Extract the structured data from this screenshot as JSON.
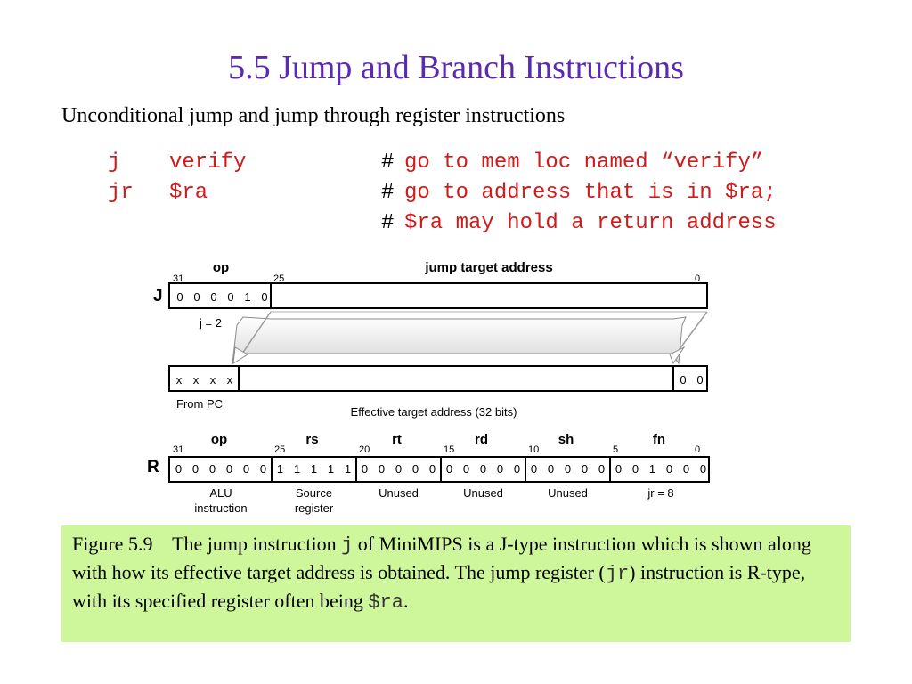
{
  "title": "5.5  Jump and Branch Instructions",
  "subtitle": "Unconditional jump and jump through register instructions",
  "code": {
    "lines": [
      {
        "op": "j",
        "arg": "verify",
        "comment": "go to mem loc named “verify”"
      },
      {
        "op": "jr",
        "arg": "$ra",
        "comment": "go to address that is in $ra;"
      },
      {
        "op": "",
        "arg": "",
        "comment": "$ra may hold a return address"
      }
    ],
    "hash": "#"
  },
  "j_format": {
    "label": "J",
    "field_op": "op",
    "field_target": "jump target address",
    "bit_31": "31",
    "bit_25": "25",
    "bit_0": "0",
    "op_bits": [
      "0",
      "0",
      "0",
      "0",
      "1",
      "0"
    ],
    "op_note": "j = 2",
    "pc_bits": [
      "x",
      "x",
      "x",
      "x"
    ],
    "low_bits": [
      "0",
      "0"
    ],
    "from_pc": "From PC",
    "effective": "Effective target address (32 bits)"
  },
  "r_format": {
    "label": "R",
    "fields": [
      {
        "name": "op",
        "hi": "31",
        "bits": [
          "0",
          "0",
          "0",
          "0",
          "0",
          "0"
        ],
        "note": [
          "ALU",
          "instruction"
        ]
      },
      {
        "name": "rs",
        "hi": "25",
        "bits": [
          "1",
          "1",
          "1",
          "1",
          "1"
        ],
        "note": [
          "Source",
          "register"
        ]
      },
      {
        "name": "rt",
        "hi": "20",
        "bits": [
          "0",
          "0",
          "0",
          "0",
          "0"
        ],
        "note": [
          "Unused"
        ]
      },
      {
        "name": "rd",
        "hi": "15",
        "bits": [
          "0",
          "0",
          "0",
          "0",
          "0"
        ],
        "note": [
          "Unused"
        ]
      },
      {
        "name": "sh",
        "hi": "10",
        "bits": [
          "0",
          "0",
          "0",
          "0",
          "0"
        ],
        "note": [
          "Unused"
        ]
      },
      {
        "name": "fn",
        "hi": "5",
        "bits": [
          "0",
          "0",
          "1",
          "0",
          "0",
          "0"
        ],
        "note": [
          "jr = 8"
        ]
      }
    ],
    "bit_0": "0"
  },
  "caption": {
    "figure": "Figure 5.9",
    "p1": "The jump instruction ",
    "m1": "j",
    "p2": " of MiniMIPS is a J-type instruction which is shown along with how its effective target address is obtained. The jump register (",
    "m2": "jr",
    "p3": ") instruction is R-type, with its specified register often being ",
    "m3": "$ra",
    "p4": "."
  },
  "colors": {
    "title": "#5a2ab0",
    "code": "#d11a1a",
    "caption_bg": "#cdf79a"
  }
}
